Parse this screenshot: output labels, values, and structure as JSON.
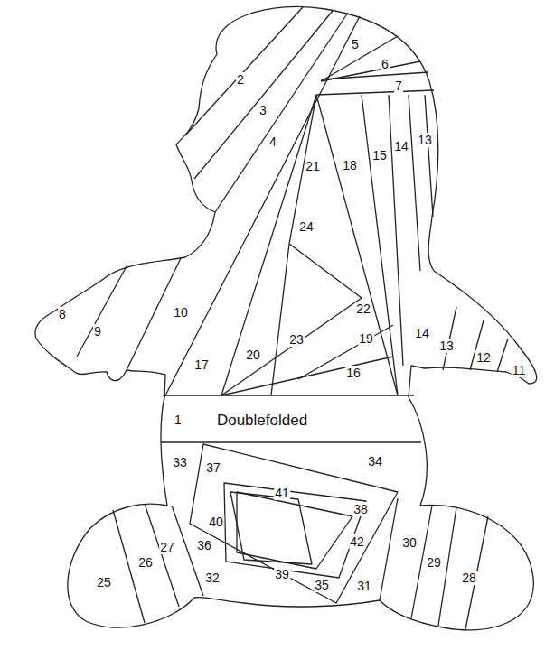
{
  "diagram": {
    "labels": [
      "2",
      "3",
      "4",
      "5",
      "6",
      "7",
      "13",
      "14",
      "15",
      "18",
      "21",
      "24",
      "22",
      "19",
      "14",
      "13",
      "12",
      "11",
      "8",
      "9",
      "10",
      "17",
      "20",
      "23",
      "16",
      "1",
      "Doublefolded",
      "33",
      "37",
      "34",
      "41",
      "38",
      "40",
      "42",
      "36",
      "27",
      "26",
      "25",
      "39",
      "35",
      "32",
      "31",
      "30",
      "29",
      "28"
    ]
  }
}
